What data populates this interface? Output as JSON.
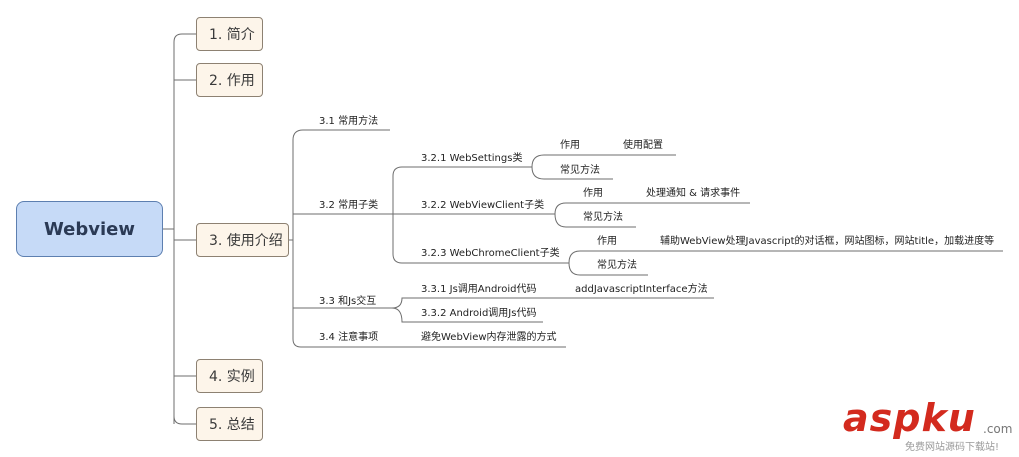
{
  "root": {
    "label": "Webview"
  },
  "sections": [
    {
      "label": "1. 简介"
    },
    {
      "label": "2. 作用"
    },
    {
      "label": "3. 使用介绍"
    },
    {
      "label": "4. 实例"
    },
    {
      "label": "5. 总结"
    }
  ],
  "usage": {
    "n31": "3.1 常用方法",
    "n32": "3.2 常用子类",
    "n321": "3.2.1 WebSettings类",
    "n321_role": "作用",
    "n321_role_desc": "使用配置",
    "n321_methods": "常见方法",
    "n322": "3.2.2 WebViewClient子类",
    "n322_role": "作用",
    "n322_role_desc": "处理通知 & 请求事件",
    "n322_methods": "常见方法",
    "n323": "3.2.3 WebChromeClient子类",
    "n323_role": "作用",
    "n323_role_desc": "辅助WebView处理Javascript的对话框，网站图标，网站title，加载进度等",
    "n323_methods": "常见方法",
    "n33": "3.3 和Js交互",
    "n331": "3.3.1 Js调用Android代码",
    "n331_desc": "addJavascriptInterface方法",
    "n332": "3.3.2 Android调用Js代码",
    "n34": "3.4 注意事项",
    "n34_desc": "避免WebView内存泄露的方式"
  },
  "watermark": {
    "brand": "aspku",
    "domain": ".com",
    "slogan": "免费网站源码下载站!"
  }
}
